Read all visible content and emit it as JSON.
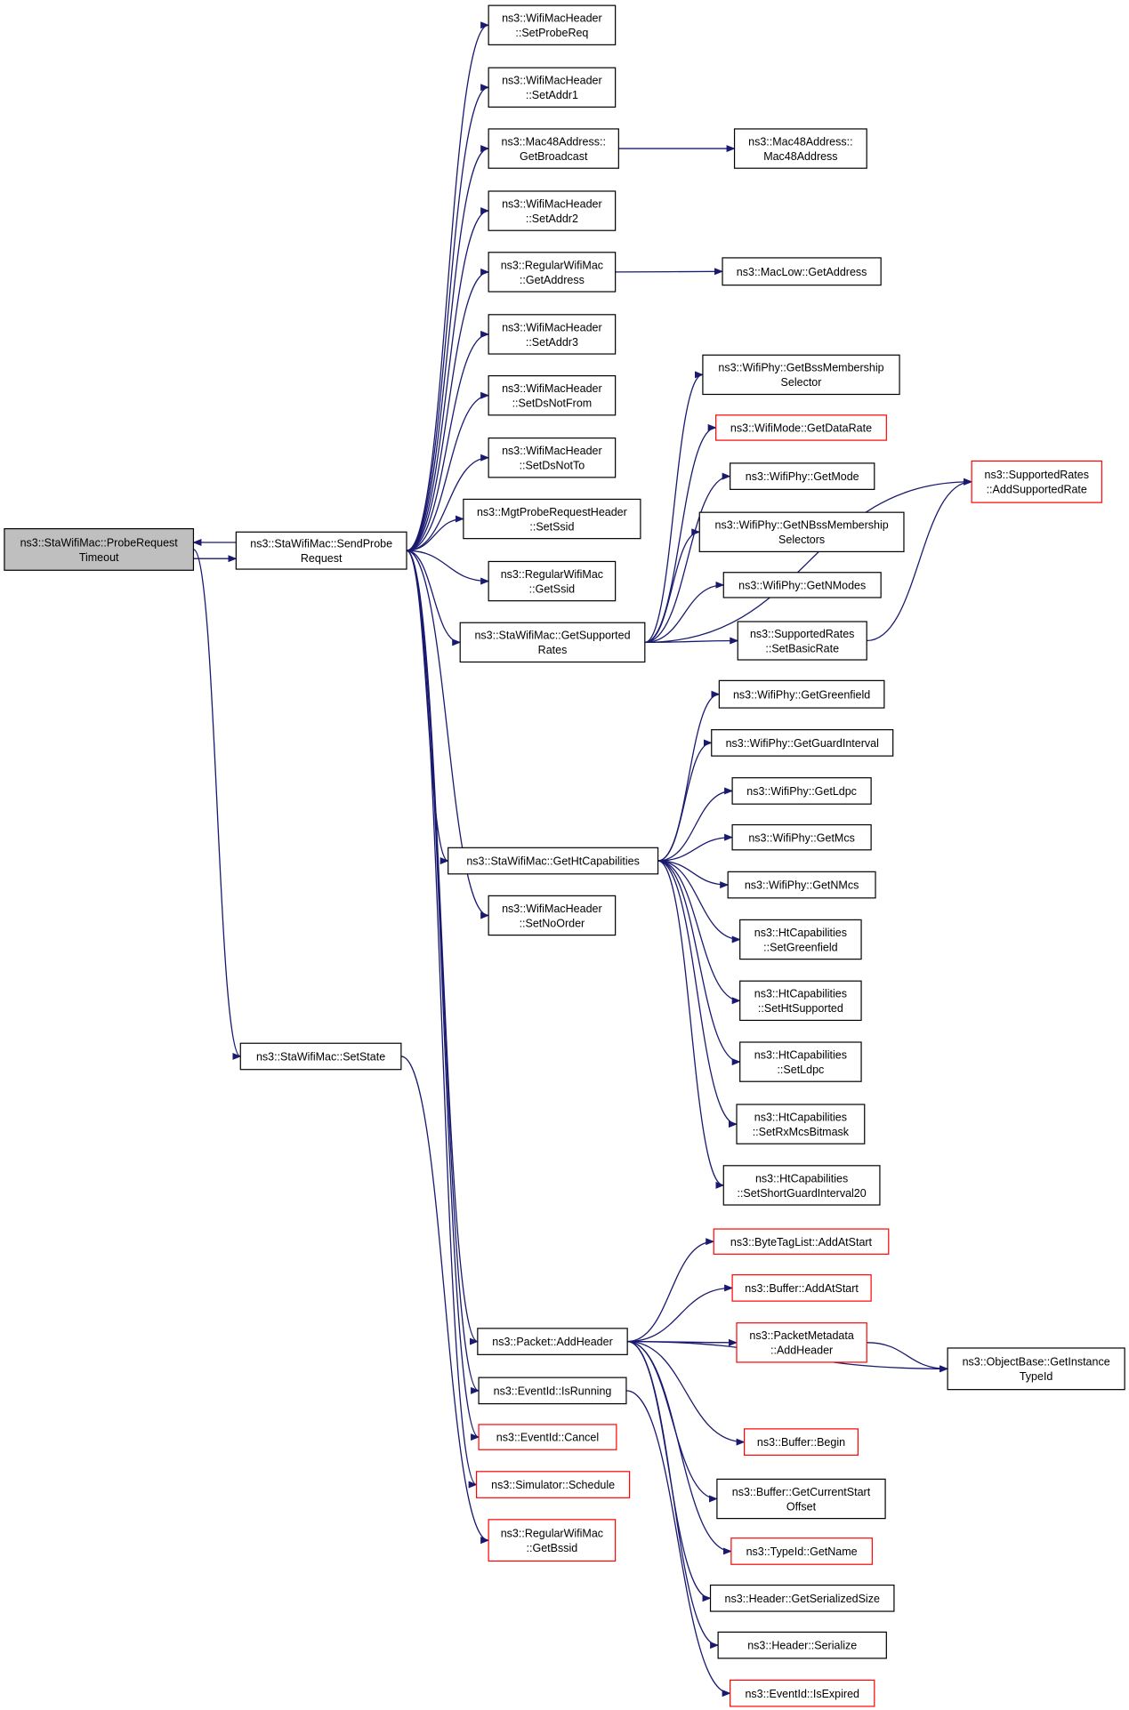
{
  "colors": {
    "edge": "#191970",
    "node_border": "#000000",
    "truncated_border": "#ff0000",
    "root_fill": "#bfbfbf"
  },
  "nodes": [
    {
      "id": "probeTimeout",
      "lines": [
        "ns3::StaWifiMac::ProbeRequest",
        "Timeout"
      ],
      "root": true
    },
    {
      "id": "sendProbe",
      "lines": [
        "ns3::StaWifiMac::SendProbe",
        "Request"
      ]
    },
    {
      "id": "setState",
      "lines": [
        "ns3::StaWifiMac::SetState"
      ]
    },
    {
      "id": "setProbeReq",
      "lines": [
        "ns3::WifiMacHeader",
        "::SetProbeReq"
      ]
    },
    {
      "id": "setAddr1",
      "lines": [
        "ns3::WifiMacHeader",
        "::SetAddr1"
      ]
    },
    {
      "id": "getBroadcast",
      "lines": [
        "ns3::Mac48Address::",
        "GetBroadcast"
      ]
    },
    {
      "id": "mac48Ctor",
      "lines": [
        "ns3::Mac48Address::",
        "Mac48Address"
      ]
    },
    {
      "id": "setAddr2",
      "lines": [
        "ns3::WifiMacHeader",
        "::SetAddr2"
      ]
    },
    {
      "id": "getAddress",
      "lines": [
        "ns3::RegularWifiMac",
        "::GetAddress"
      ]
    },
    {
      "id": "macLowGetAddress",
      "lines": [
        "ns3::MacLow::GetAddress"
      ]
    },
    {
      "id": "setAddr3",
      "lines": [
        "ns3::WifiMacHeader",
        "::SetAddr3"
      ]
    },
    {
      "id": "setDsNotFrom",
      "lines": [
        "ns3::WifiMacHeader",
        "::SetDsNotFrom"
      ]
    },
    {
      "id": "setDsNotTo",
      "lines": [
        "ns3::WifiMacHeader",
        "::SetDsNotTo"
      ]
    },
    {
      "id": "setSsid",
      "lines": [
        "ns3::MgtProbeRequestHeader",
        "::SetSsid"
      ]
    },
    {
      "id": "getSsid",
      "lines": [
        "ns3::RegularWifiMac",
        "::GetSsid"
      ]
    },
    {
      "id": "getSupportedRates",
      "lines": [
        "ns3::StaWifiMac::GetSupported",
        "Rates"
      ]
    },
    {
      "id": "getBssMembership",
      "lines": [
        "ns3::WifiPhy::GetBssMembership",
        "Selector"
      ]
    },
    {
      "id": "getDataRate",
      "lines": [
        "ns3::WifiMode::GetDataRate"
      ],
      "red": true
    },
    {
      "id": "getMode",
      "lines": [
        "ns3::WifiPhy::GetMode"
      ]
    },
    {
      "id": "getNBssMembership",
      "lines": [
        "ns3::WifiPhy::GetNBssMembership",
        "Selectors"
      ]
    },
    {
      "id": "getNModes",
      "lines": [
        "ns3::WifiPhy::GetNModes"
      ]
    },
    {
      "id": "setBasicRate",
      "lines": [
        "ns3::SupportedRates",
        "::SetBasicRate"
      ]
    },
    {
      "id": "addSupportedRate",
      "lines": [
        "ns3::SupportedRates",
        "::AddSupportedRate"
      ],
      "red": true
    },
    {
      "id": "getGreenfield",
      "lines": [
        "ns3::WifiPhy::GetGreenfield"
      ]
    },
    {
      "id": "getGuardInterval",
      "lines": [
        "ns3::WifiPhy::GetGuardInterval"
      ]
    },
    {
      "id": "getLdpc",
      "lines": [
        "ns3::WifiPhy::GetLdpc"
      ]
    },
    {
      "id": "getMcs",
      "lines": [
        "ns3::WifiPhy::GetMcs"
      ]
    },
    {
      "id": "getNMcs",
      "lines": [
        "ns3::WifiPhy::GetNMcs"
      ]
    },
    {
      "id": "getHtCapabilities",
      "lines": [
        "ns3::StaWifiMac::GetHtCapabilities"
      ]
    },
    {
      "id": "setNoOrder",
      "lines": [
        "ns3::WifiMacHeader",
        "::SetNoOrder"
      ]
    },
    {
      "id": "htSetGreenfield",
      "lines": [
        "ns3::HtCapabilities",
        "::SetGreenfield"
      ]
    },
    {
      "id": "htSetHtSupported",
      "lines": [
        "ns3::HtCapabilities",
        "::SetHtSupported"
      ]
    },
    {
      "id": "htSetLdpc",
      "lines": [
        "ns3::HtCapabilities",
        "::SetLdpc"
      ]
    },
    {
      "id": "htSetRxMcsBitmask",
      "lines": [
        "ns3::HtCapabilities",
        "::SetRxMcsBitmask"
      ]
    },
    {
      "id": "htSetShortGuard",
      "lines": [
        "ns3::HtCapabilities",
        "::SetShortGuardInterval20"
      ]
    },
    {
      "id": "byteTagAddAtStart",
      "lines": [
        "ns3::ByteTagList::AddAtStart"
      ],
      "red": true
    },
    {
      "id": "bufferAddAtStart",
      "lines": [
        "ns3::Buffer::AddAtStart"
      ],
      "red": true
    },
    {
      "id": "packetAddHeader",
      "lines": [
        "ns3::Packet::AddHeader"
      ]
    },
    {
      "id": "pmAddHeader",
      "lines": [
        "ns3::PacketMetadata",
        "::AddHeader"
      ],
      "red": true
    },
    {
      "id": "getInstanceTypeId",
      "lines": [
        "ns3::ObjectBase::GetInstance",
        "TypeId"
      ]
    },
    {
      "id": "eventIsRunning",
      "lines": [
        "ns3::EventId::IsRunning"
      ]
    },
    {
      "id": "eventCancel",
      "lines": [
        "ns3::EventId::Cancel"
      ],
      "red": true
    },
    {
      "id": "bufferBegin",
      "lines": [
        "ns3::Buffer::Begin"
      ],
      "red": true
    },
    {
      "id": "simSchedule",
      "lines": [
        "ns3::Simulator::Schedule"
      ],
      "red": true
    },
    {
      "id": "bufferGetCurrentStart",
      "lines": [
        "ns3::Buffer::GetCurrentStart",
        "Offset"
      ]
    },
    {
      "id": "getBssid",
      "lines": [
        "ns3::RegularWifiMac",
        "::GetBssid"
      ],
      "red": true
    },
    {
      "id": "typeIdGetName",
      "lines": [
        "ns3::TypeId::GetName"
      ],
      "red": true
    },
    {
      "id": "headerGetSerializedSize",
      "lines": [
        "ns3::Header::GetSerializedSize"
      ]
    },
    {
      "id": "headerSerialize",
      "lines": [
        "ns3::Header::Serialize"
      ]
    },
    {
      "id": "eventIsExpired",
      "lines": [
        "ns3::EventId::IsExpired"
      ],
      "red": true
    }
  ],
  "edges": [
    [
      "probeTimeout",
      "sendProbe"
    ],
    [
      "sendProbe",
      "probeTimeout"
    ],
    [
      "probeTimeout",
      "setState"
    ],
    [
      "sendProbe",
      "setProbeReq"
    ],
    [
      "sendProbe",
      "setAddr1"
    ],
    [
      "sendProbe",
      "getBroadcast"
    ],
    [
      "getBroadcast",
      "mac48Ctor"
    ],
    [
      "sendProbe",
      "setAddr2"
    ],
    [
      "sendProbe",
      "getAddress"
    ],
    [
      "getAddress",
      "macLowGetAddress"
    ],
    [
      "sendProbe",
      "setAddr3"
    ],
    [
      "sendProbe",
      "setDsNotFrom"
    ],
    [
      "sendProbe",
      "setDsNotTo"
    ],
    [
      "sendProbe",
      "setSsid"
    ],
    [
      "sendProbe",
      "getSsid"
    ],
    [
      "sendProbe",
      "getSupportedRates"
    ],
    [
      "getSupportedRates",
      "getBssMembership"
    ],
    [
      "getSupportedRates",
      "getDataRate"
    ],
    [
      "getSupportedRates",
      "getMode"
    ],
    [
      "getSupportedRates",
      "getNBssMembership"
    ],
    [
      "getSupportedRates",
      "getNModes"
    ],
    [
      "getSupportedRates",
      "setBasicRate"
    ],
    [
      "getSupportedRates",
      "addSupportedRate"
    ],
    [
      "setBasicRate",
      "addSupportedRate"
    ],
    [
      "sendProbe",
      "getHtCapabilities"
    ],
    [
      "sendProbe",
      "setNoOrder"
    ],
    [
      "getHtCapabilities",
      "getGreenfield"
    ],
    [
      "getHtCapabilities",
      "getGuardInterval"
    ],
    [
      "getHtCapabilities",
      "getLdpc"
    ],
    [
      "getHtCapabilities",
      "getMcs"
    ],
    [
      "getHtCapabilities",
      "getNMcs"
    ],
    [
      "getHtCapabilities",
      "htSetGreenfield"
    ],
    [
      "getHtCapabilities",
      "htSetHtSupported"
    ],
    [
      "getHtCapabilities",
      "htSetLdpc"
    ],
    [
      "getHtCapabilities",
      "htSetRxMcsBitmask"
    ],
    [
      "getHtCapabilities",
      "htSetShortGuard"
    ],
    [
      "sendProbe",
      "packetAddHeader"
    ],
    [
      "packetAddHeader",
      "byteTagAddAtStart"
    ],
    [
      "packetAddHeader",
      "bufferAddAtStart"
    ],
    [
      "packetAddHeader",
      "pmAddHeader"
    ],
    [
      "pmAddHeader",
      "getInstanceTypeId"
    ],
    [
      "packetAddHeader",
      "getInstanceTypeId"
    ],
    [
      "packetAddHeader",
      "bufferBegin"
    ],
    [
      "packetAddHeader",
      "bufferGetCurrentStart"
    ],
    [
      "packetAddHeader",
      "typeIdGetName"
    ],
    [
      "packetAddHeader",
      "headerGetSerializedSize"
    ],
    [
      "packetAddHeader",
      "headerSerialize"
    ],
    [
      "sendProbe",
      "eventIsRunning"
    ],
    [
      "eventIsRunning",
      "eventIsExpired"
    ],
    [
      "sendProbe",
      "eventCancel"
    ],
    [
      "sendProbe",
      "simSchedule"
    ],
    [
      "setState",
      "getBssid"
    ]
  ]
}
